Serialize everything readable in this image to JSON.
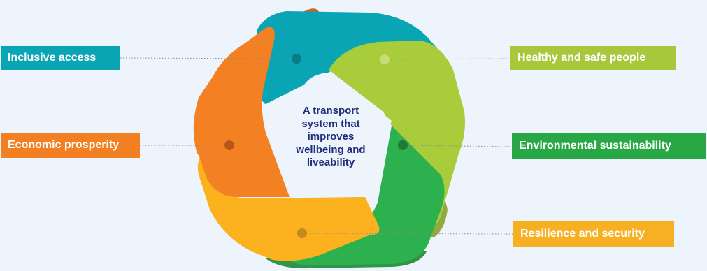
{
  "diagram": {
    "center_text_lines": [
      "A transport",
      "system that",
      "improves",
      "wellbeing and",
      "liveability"
    ],
    "outcomes": [
      {
        "id": "inclusive",
        "label": "Inclusive access",
        "color": "#0aa5b4"
      },
      {
        "id": "healthy",
        "label": "Healthy and safe people",
        "color": "#a8c83c"
      },
      {
        "id": "economic",
        "label": "Economic prosperity",
        "color": "#f27f22"
      },
      {
        "id": "environmental",
        "label": "Environmental sustainability",
        "color": "#27a845"
      },
      {
        "id": "resilience",
        "label": "Resilience and security",
        "color": "#f7b022"
      }
    ],
    "colors": {
      "background": "#eef4fb",
      "center_fill": "#eef4fb",
      "center_text": "#1f2f7a",
      "connector": "#8a8a8a"
    }
  }
}
